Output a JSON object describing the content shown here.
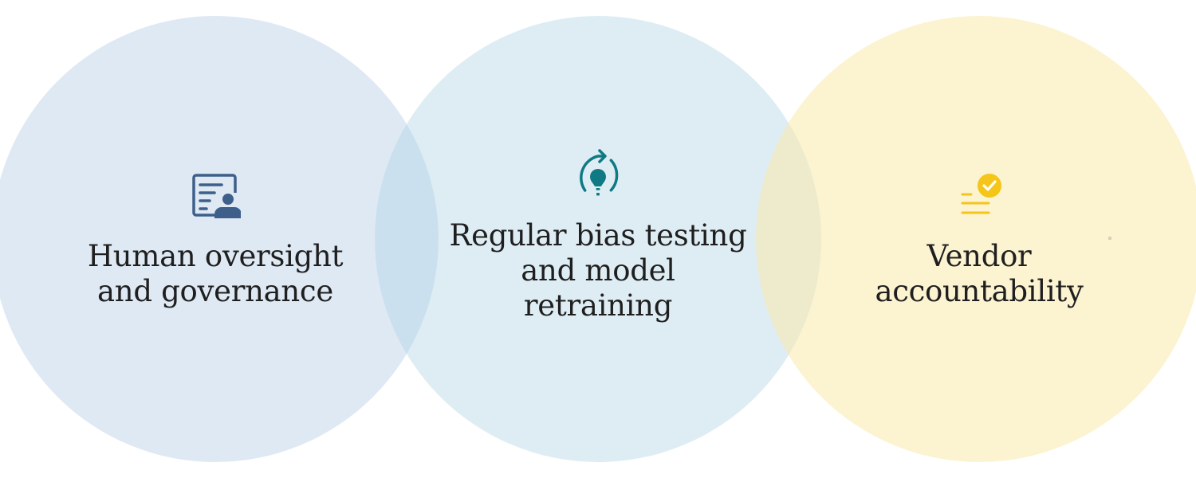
{
  "diagram": {
    "items": [
      {
        "icon": "document-person-icon",
        "icon_color": "#3d5f8a",
        "label_lines": [
          "Human oversight",
          "and governance"
        ]
      },
      {
        "icon": "lightbulb-refresh-icon",
        "icon_color": "#0f7a84",
        "label_lines": [
          "Regular bias testing",
          "and model",
          "retraining"
        ]
      },
      {
        "icon": "checklist-check-icon",
        "icon_color": "#f5c518",
        "label_lines": [
          "Vendor",
          "accountability"
        ]
      }
    ],
    "colors": {
      "circle_1": "#dfe9f3",
      "circle_2": "#dcecf1",
      "circle_3": "#fcf2d2",
      "text": "#1f1f1f"
    }
  }
}
